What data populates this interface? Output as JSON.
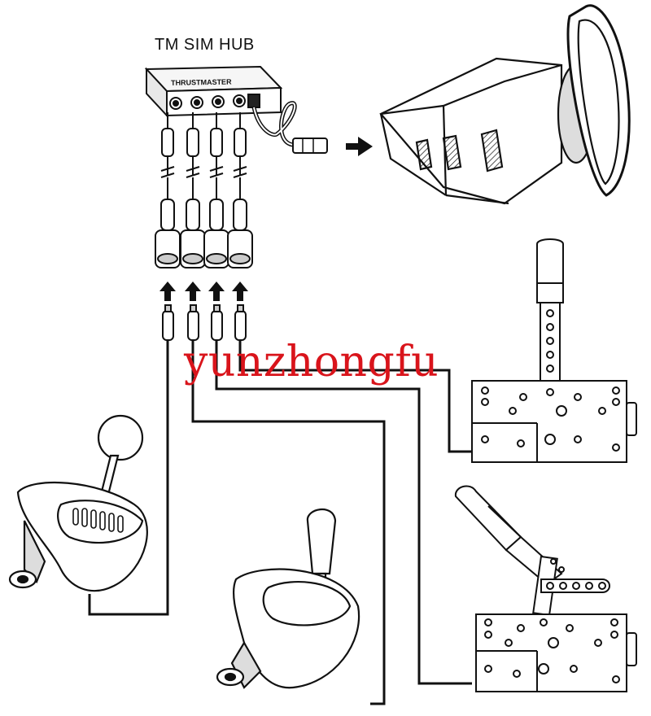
{
  "hub": {
    "title": "TM SIM HUB",
    "brand": "THRUSTMASTER"
  },
  "watermark": {
    "text": "yunzhongfu",
    "color": "#d9141b"
  },
  "colors": {
    "line": "#111111",
    "background": "#ffffff",
    "fill_gray": "#cfcfcf"
  },
  "components": [
    {
      "name": "tm-sim-hub",
      "icon": "usb-hub-icon"
    },
    {
      "name": "racing-wheel-base",
      "icon": "steering-wheel-icon"
    },
    {
      "name": "th8a-shifter",
      "icon": "gear-shifter-icon"
    },
    {
      "name": "th8s-shifter",
      "icon": "gear-shifter-icon"
    },
    {
      "name": "tss-handbrake",
      "icon": "handbrake-icon"
    },
    {
      "name": "tss-sparco-handbrake",
      "icon": "handbrake-icon"
    }
  ],
  "connectors": {
    "hub_ports": 4,
    "arrow_icon": "arrow-up-icon"
  }
}
